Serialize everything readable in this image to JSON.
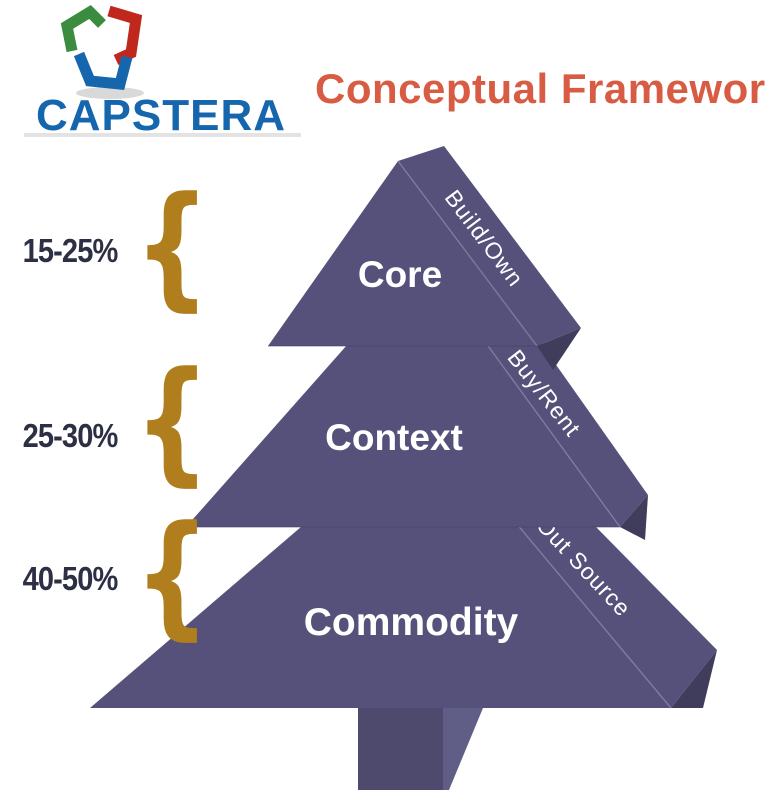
{
  "title": {
    "text": "Conceptual Framework",
    "color": "#D85C43"
  },
  "logo": {
    "brand": "CAPSTERA",
    "brand_color": "#1566AD",
    "icon": {
      "green": "#3B8C3F",
      "red": "#C0281E",
      "blue": "#1566AD"
    }
  },
  "diagram": {
    "shape_color": "#55517A",
    "bevel_color": "#3F3C5C",
    "edge_highlight": "#8A87A8",
    "base_edge": "#46436A",
    "trunk_color": "#4D4A6E",
    "trunk_side_color": "#605D86",
    "label_color": "#FFFFFF",
    "percent_color": "#2D3044",
    "brace_color": "#B07E1D",
    "brace_glyph": "{",
    "tiers": [
      {
        "name": "Core",
        "band": "Build/Own",
        "percent": "15-25%"
      },
      {
        "name": "Context",
        "band": "Buy/Rent",
        "percent": "25-30%"
      },
      {
        "name": "Commodity",
        "band": "Out Source",
        "percent": "40-50%"
      }
    ]
  }
}
